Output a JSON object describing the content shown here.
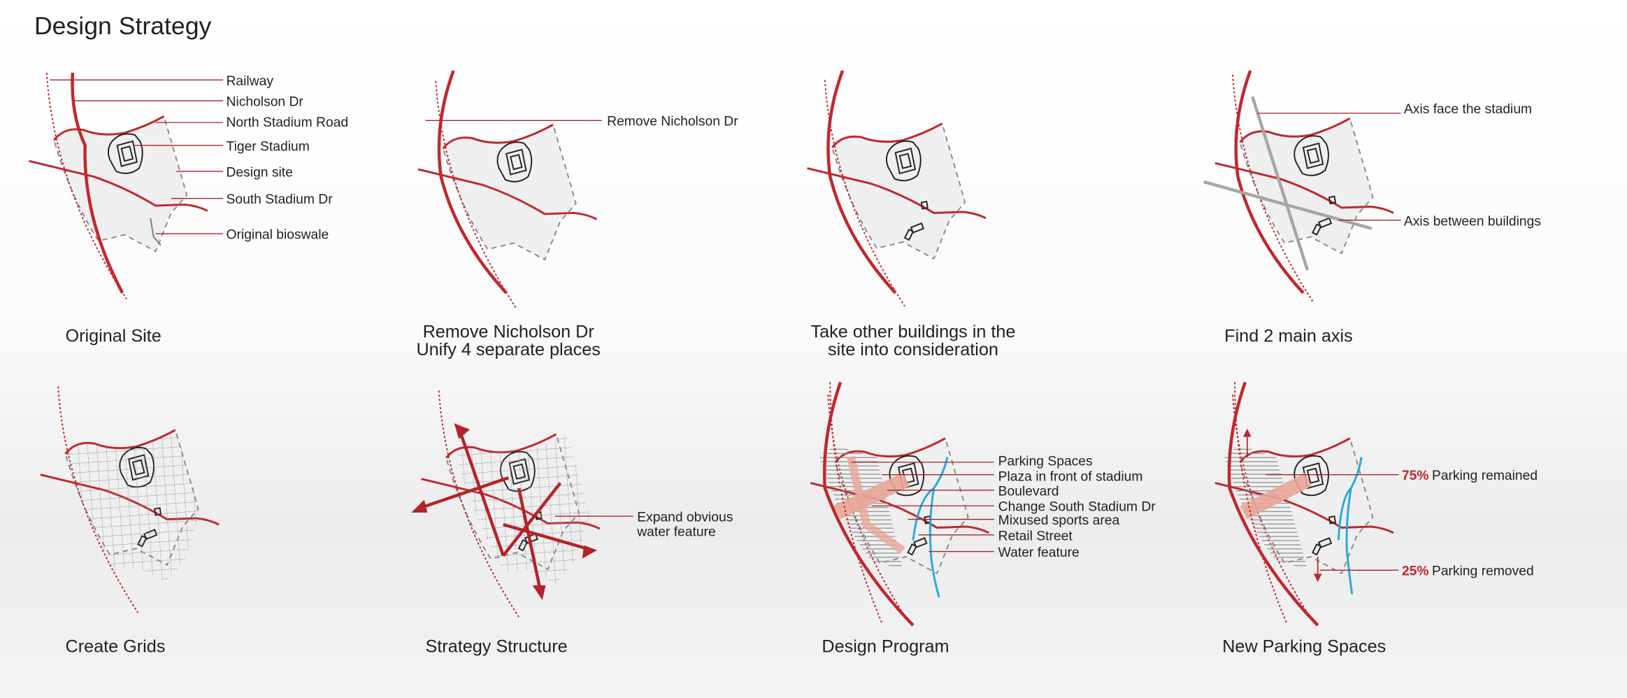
{
  "title": "Design Strategy",
  "panels": [
    {
      "caption": "Original Site",
      "labels": [
        "Railway",
        "Nicholson Dr",
        "North Stadium Road",
        "Tiger Stadium",
        "Design site",
        "South Stadium Dr",
        "Original bioswale"
      ]
    },
    {
      "caption_lines": [
        "Remove Nicholson Dr",
        "Unify 4 separate places"
      ],
      "labels": [
        "Remove Nicholson Dr"
      ]
    },
    {
      "caption_lines": [
        "Take other buildings in the",
        "site into consideration"
      ]
    },
    {
      "caption": "Find 2 main axis",
      "labels": [
        "Axis face the stadium",
        "Axis between buildings"
      ]
    },
    {
      "caption": "Create Grids"
    },
    {
      "caption": "Strategy Structure",
      "label_lines": [
        "Expand obvious",
        "water feature"
      ]
    },
    {
      "caption": "Design Program",
      "labels": [
        "Parking Spaces",
        "Plaza in front of stadium",
        "Boulevard",
        "Change South Stadium Dr",
        "Mixused sports area",
        "Retail Street",
        "Water feature"
      ]
    },
    {
      "caption": "New Parking Spaces",
      "labels": [
        {
          "pct": "75%",
          "text": "Parking remained"
        },
        {
          "pct": "25%",
          "text": "Parking removed"
        }
      ]
    }
  ],
  "colors": {
    "road": "#c1272d",
    "water": "#29a9e0",
    "axis": "#a6a6a6",
    "boulevard": "#e8a598"
  }
}
